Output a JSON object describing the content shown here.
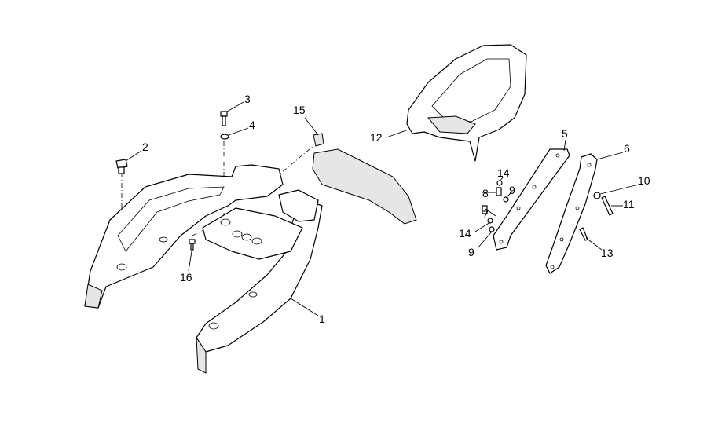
{
  "diagram": {
    "type": "exploded-parts-diagram",
    "callouts": [
      "1",
      "2",
      "3",
      "4",
      "5",
      "6",
      "7",
      "8",
      "9",
      "9",
      "10",
      "11",
      "12",
      "13",
      "14",
      "14",
      "15",
      "16"
    ]
  }
}
